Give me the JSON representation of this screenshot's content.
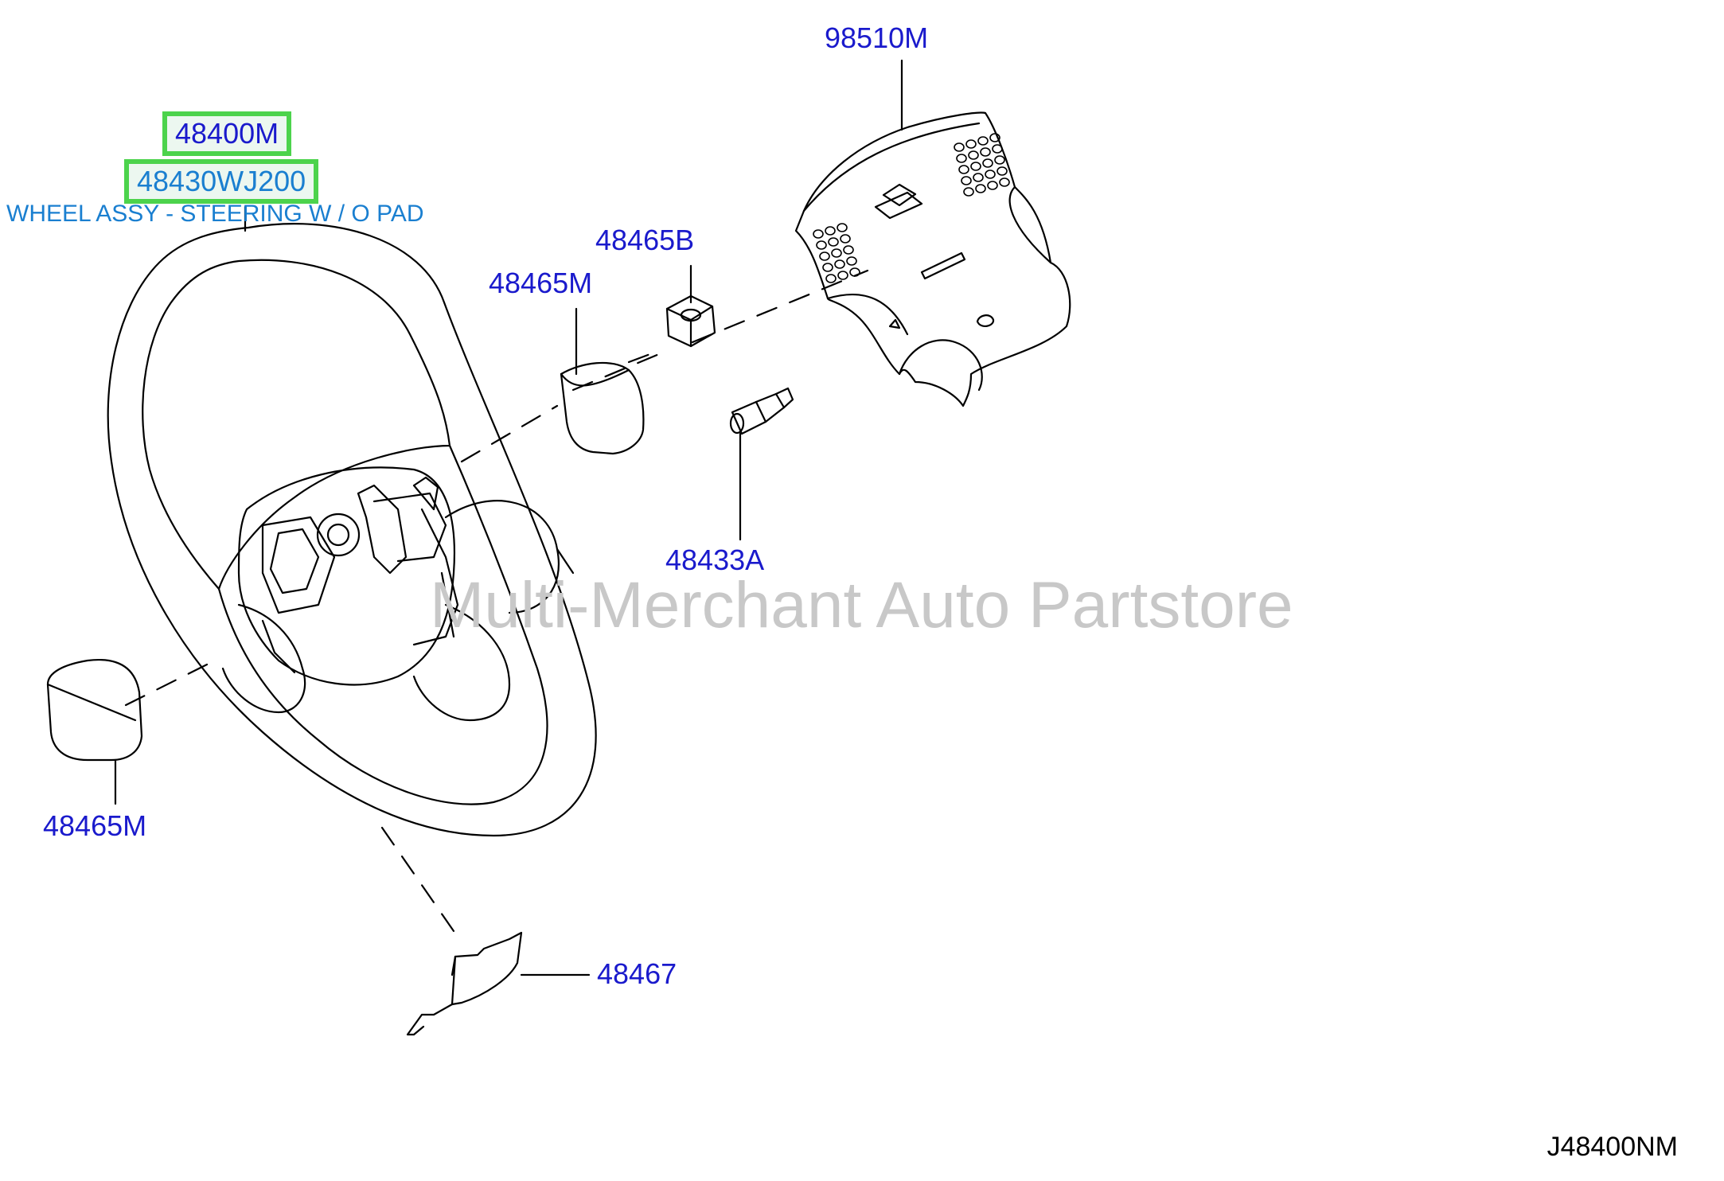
{
  "colors": {
    "callout_text": "#1a1acc",
    "description_text": "#1a7fd0",
    "highlight_border": "#4cd34c",
    "highlight_fill": "#ecf7f0",
    "line_art": "#000000",
    "watermark": "#c8c8c8",
    "diagram_id": "#000000"
  },
  "callouts": {
    "wheel_part_number": "48400M",
    "wheel_oem_number": "48430WJ200",
    "wheel_description": "WHEEL ASSY - STEERING W / O PAD",
    "horn_pad": "98510M",
    "nut": "48465B",
    "spoke_cover_right": "48465M",
    "bolt": "48433A",
    "spoke_cover_left": "48465M",
    "lower_finisher": "48467"
  },
  "watermark": "Multi-Merchant Auto Partstore",
  "diagram_id": "J48400NM"
}
